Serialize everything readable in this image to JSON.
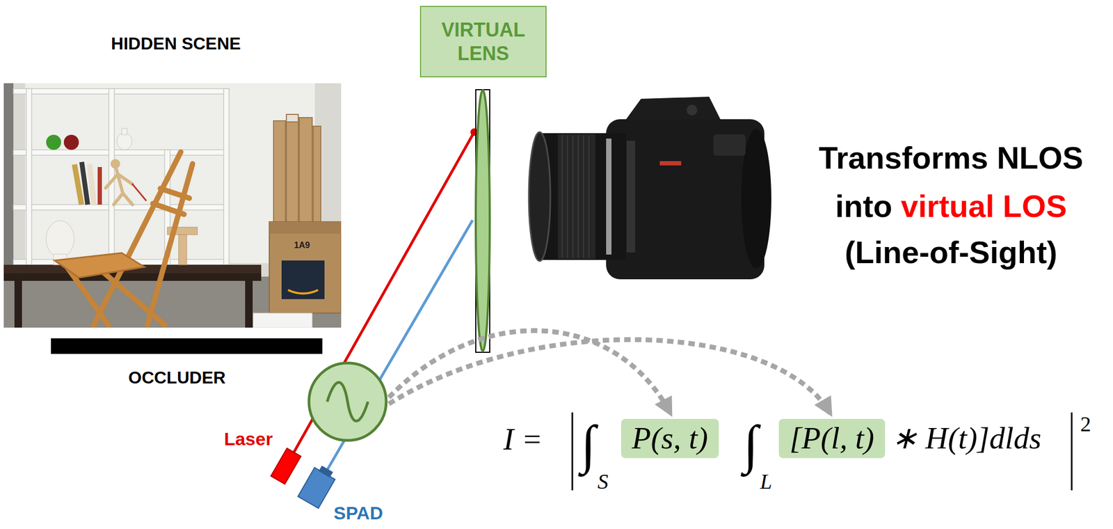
{
  "diagram": {
    "nodes": [
      {
        "text": [
          "VIRTUAL LENS"
        ]
      },
      {
        "text": [
          "P(s, t)"
        ]
      },
      {
        "text": [
          "[P(l, t)"
        ]
      }
    ],
    "labels": [
      "HIDDEN SCENE",
      "1A9",
      "OCCLUDER",
      "Laser",
      "SPAD",
      "Transforms NLOS",
      "into",
      "virtual LOS",
      "(Line-of-Sight)",
      "I =",
      "∫",
      "S",
      "∫",
      "L",
      "∗ H(t)]dlds",
      "2"
    ]
  }
}
